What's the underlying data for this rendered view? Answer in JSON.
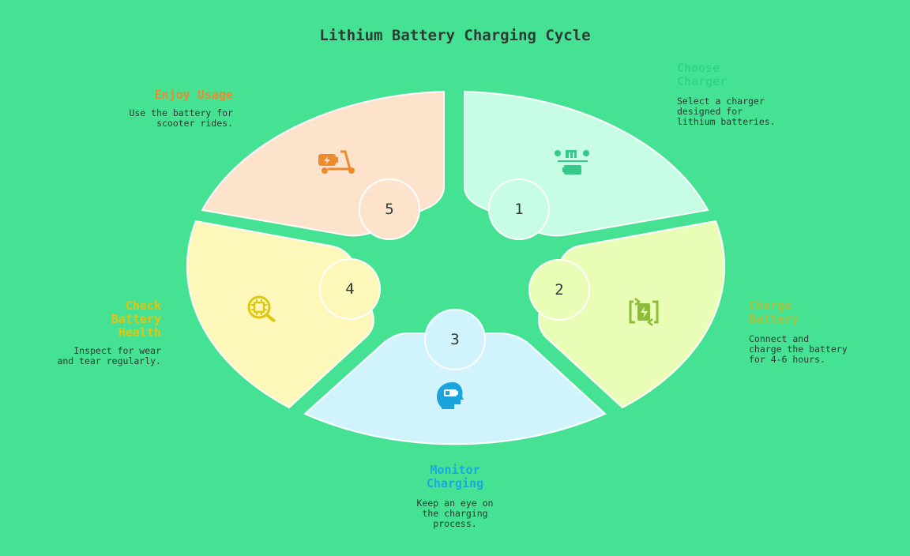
{
  "title": "Lithium Battery Charging Cycle",
  "colors": {
    "background": "#45e294",
    "segment_1": "#c6fde4",
    "segment_2": "#eafdb7",
    "segment_3": "#d1f4fc",
    "segment_4": "#fdf7b9",
    "segment_5": "#fde3cc"
  },
  "steps": [
    {
      "number": "1",
      "label": "Choose Charger",
      "label_lines": [
        "Choose",
        "Charger"
      ],
      "description_lines": [
        "Select a charger",
        "designed for",
        "lithium batteries."
      ],
      "label_color": "#2fd68a",
      "icon": "charger-icon"
    },
    {
      "number": "2",
      "label": "Charge Battery",
      "label_lines": [
        "Charge",
        "Battery"
      ],
      "description_lines": [
        "Connect and",
        "charge the battery",
        "for 4-6 hours."
      ],
      "label_color": "#a6c13c",
      "icon": "battery-cycle-icon"
    },
    {
      "number": "3",
      "label": "Monitor Charging",
      "label_lines": [
        "Monitor",
        "Charging"
      ],
      "description_lines": [
        "Keep an eye on",
        "the charging",
        "process."
      ],
      "label_color": "#1ba7e0",
      "icon": "head-battery-icon"
    },
    {
      "number": "4",
      "label": "Check Battery Health",
      "label_lines": [
        "Check",
        "Battery",
        "Health"
      ],
      "description_lines": [
        "Inspect for wear",
        "and tear regularly."
      ],
      "label_color": "#e2c40f",
      "icon": "magnifier-chip-icon"
    },
    {
      "number": "5",
      "label": "Enjoy Usage",
      "label_lines": [
        "Enjoy Usage"
      ],
      "description_lines": [
        "Use the battery for",
        "scooter rides."
      ],
      "label_color": "#ef8a2c",
      "icon": "scooter-icon"
    }
  ]
}
